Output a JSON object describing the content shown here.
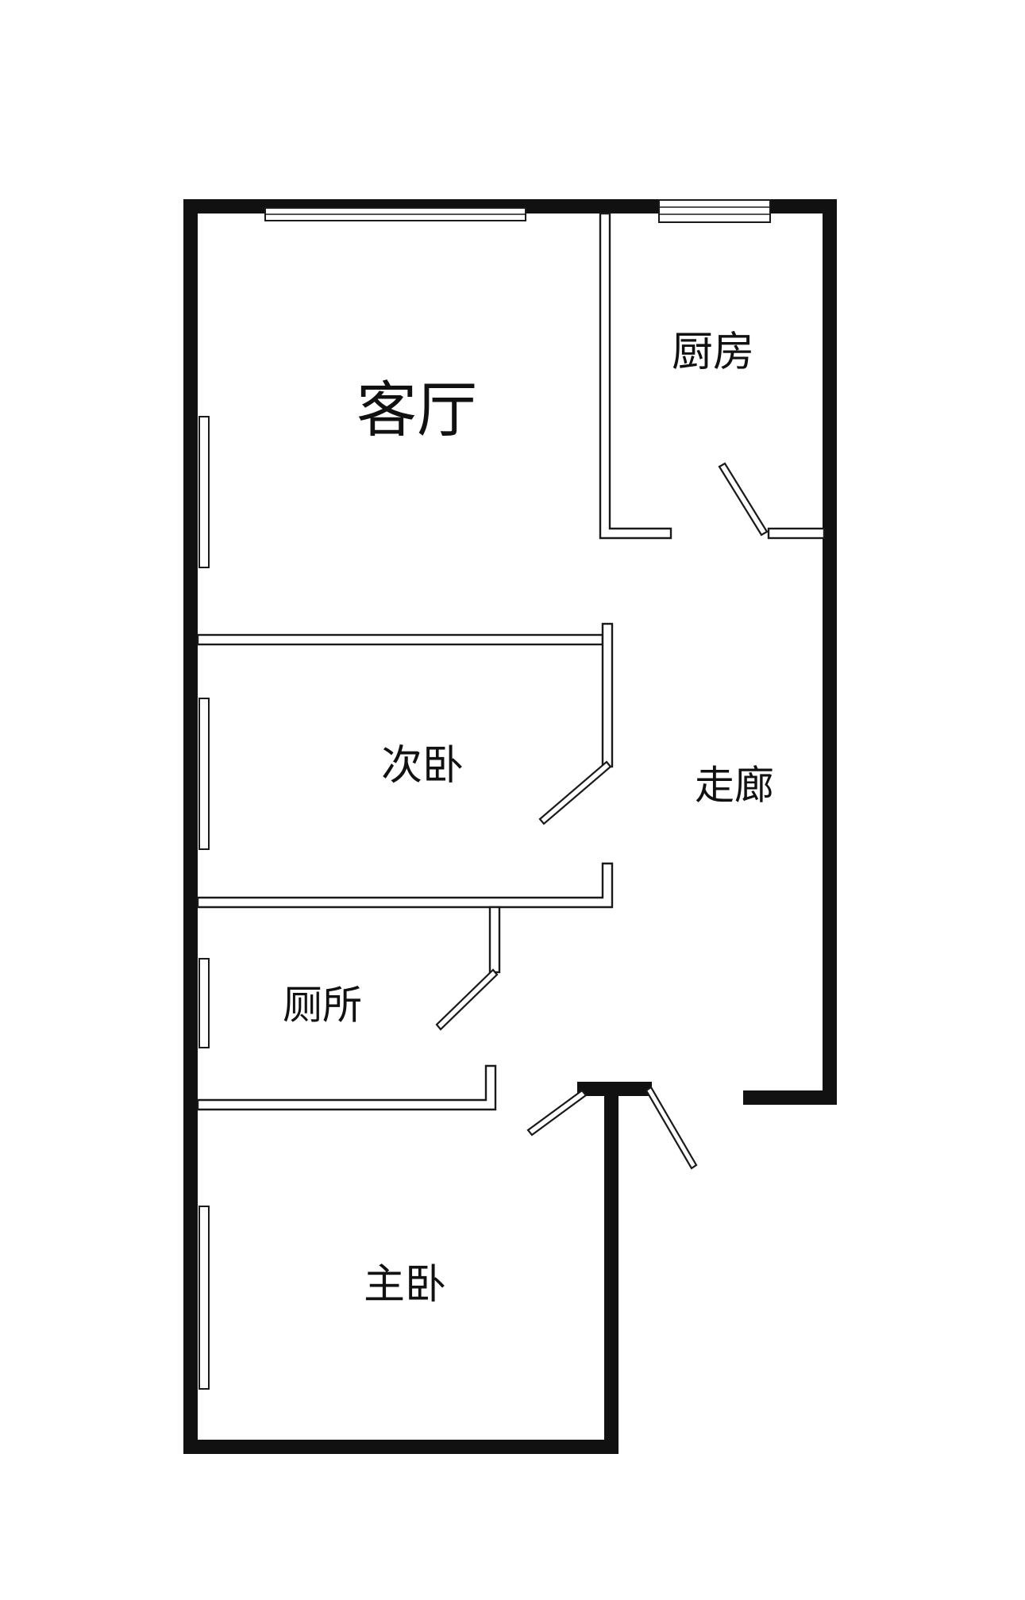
{
  "rooms": {
    "living_room": "客厅",
    "kitchen": "厨房",
    "second_bedroom": "次卧",
    "corridor": "走廊",
    "toilet": "厕所",
    "master_bedroom": "主卧"
  }
}
